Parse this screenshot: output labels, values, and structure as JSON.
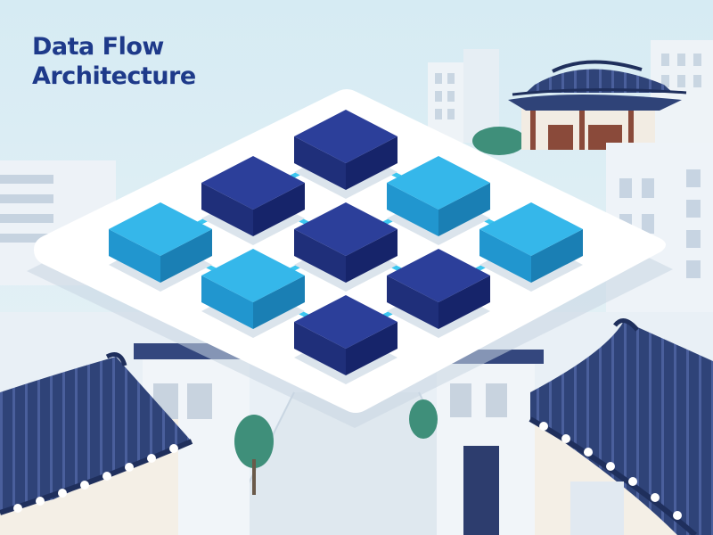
{
  "title": {
    "line1": "Data Flow",
    "line2": "Architecture"
  },
  "colors": {
    "sky": "#ddeef5",
    "title": "#1e3a8a",
    "navy_block": "#2c3f9a",
    "cyan_block": "#35b7ea",
    "connector": "#3cc6f0",
    "platform": "#ffffff",
    "building_wall": "#eef3f8",
    "roof_tile": "#2f4378",
    "hanok_wood": "#8a4a3a",
    "tree": "#3f8f7a"
  },
  "diagram": {
    "node_count": 9,
    "nodes": [
      {
        "id": "n1",
        "tone": "navy"
      },
      {
        "id": "n2",
        "tone": "cyan"
      },
      {
        "id": "n3",
        "tone": "cyan"
      },
      {
        "id": "n4",
        "tone": "navy"
      },
      {
        "id": "n5",
        "tone": "navy"
      },
      {
        "id": "n6",
        "tone": "navy"
      },
      {
        "id": "n7",
        "tone": "cyan"
      },
      {
        "id": "n8",
        "tone": "cyan"
      },
      {
        "id": "n9",
        "tone": "navy"
      }
    ]
  }
}
